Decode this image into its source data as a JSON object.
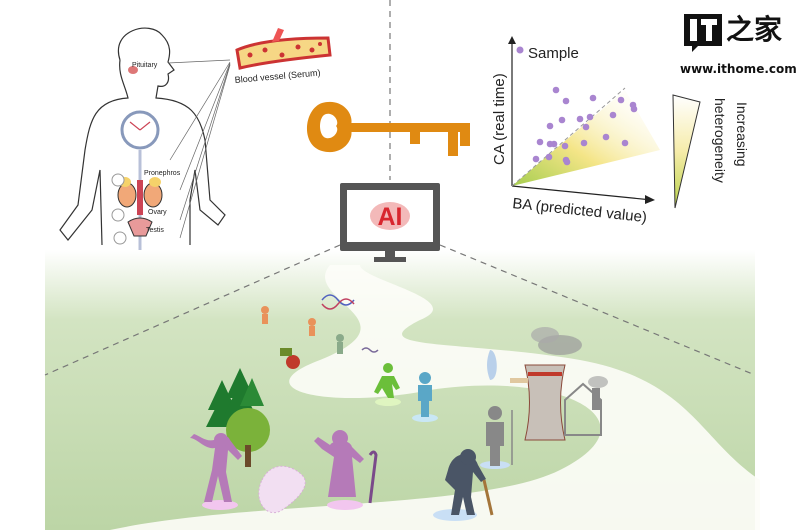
{
  "figure": {
    "body_labels": {
      "pituitary": "Pituitary",
      "blood_vessel": "Blood vessel (Serum)",
      "pronephros": "Pronephros",
      "ovary": "Ovary",
      "testis": "Testis"
    },
    "monitor_text": "AI",
    "scatter": {
      "legend": "Sample",
      "ylabel": "CA (real time)",
      "xlabel": "BA (predicted value)",
      "wedge_label_1": "Increasing",
      "wedge_label_2": "heterogeneity"
    },
    "colors": {
      "key": "#e08a12",
      "ai": "#d8262e",
      "sample": "#a985d0",
      "landscape": "#c9dcb6",
      "figure_purple": "#b57ab8"
    }
  },
  "watermark": {
    "logo_text": "IT之家",
    "url": "www.ithome.com"
  }
}
